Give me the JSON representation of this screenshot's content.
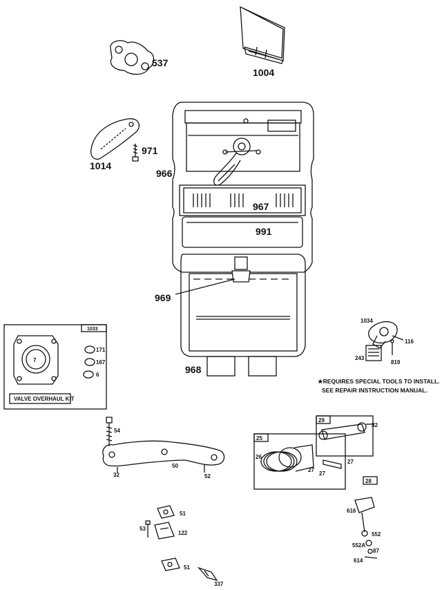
{
  "diagram": {
    "part_labels": {
      "p537": "537",
      "p1004": "1004",
      "p1014": "1014",
      "p971": "971",
      "p966": "966",
      "p967": "967",
      "p991": "991",
      "p969": "969",
      "p968": "968",
      "p1033": "1033",
      "p171": "171",
      "p167": "167",
      "p6": "6",
      "p7": "7",
      "p1034": "1034",
      "p116": "116",
      "p243": "243",
      "p819": "819",
      "p54": "54",
      "p32a": "32",
      "p50": "50",
      "p52": "52",
      "p25": "25",
      "p26": "26",
      "p29": "29",
      "p32b": "32",
      "p27a": "27",
      "p27b": "27",
      "p27c": "27",
      "p28": "28",
      "p51a": "51",
      "p53": "53",
      "p122": "122",
      "p51b": "51",
      "p337": "337",
      "p616": "616",
      "p552": "552",
      "p552a": "552A",
      "p87": "87",
      "p614": "614"
    },
    "kit_title": "VALVE OVERHAUL KIT",
    "note_line1": "★REQUIRES SPECIAL TOOLS TO INSTALL.",
    "note_line2": "SEE REPAIR INSTRUCTION MANUAL."
  }
}
